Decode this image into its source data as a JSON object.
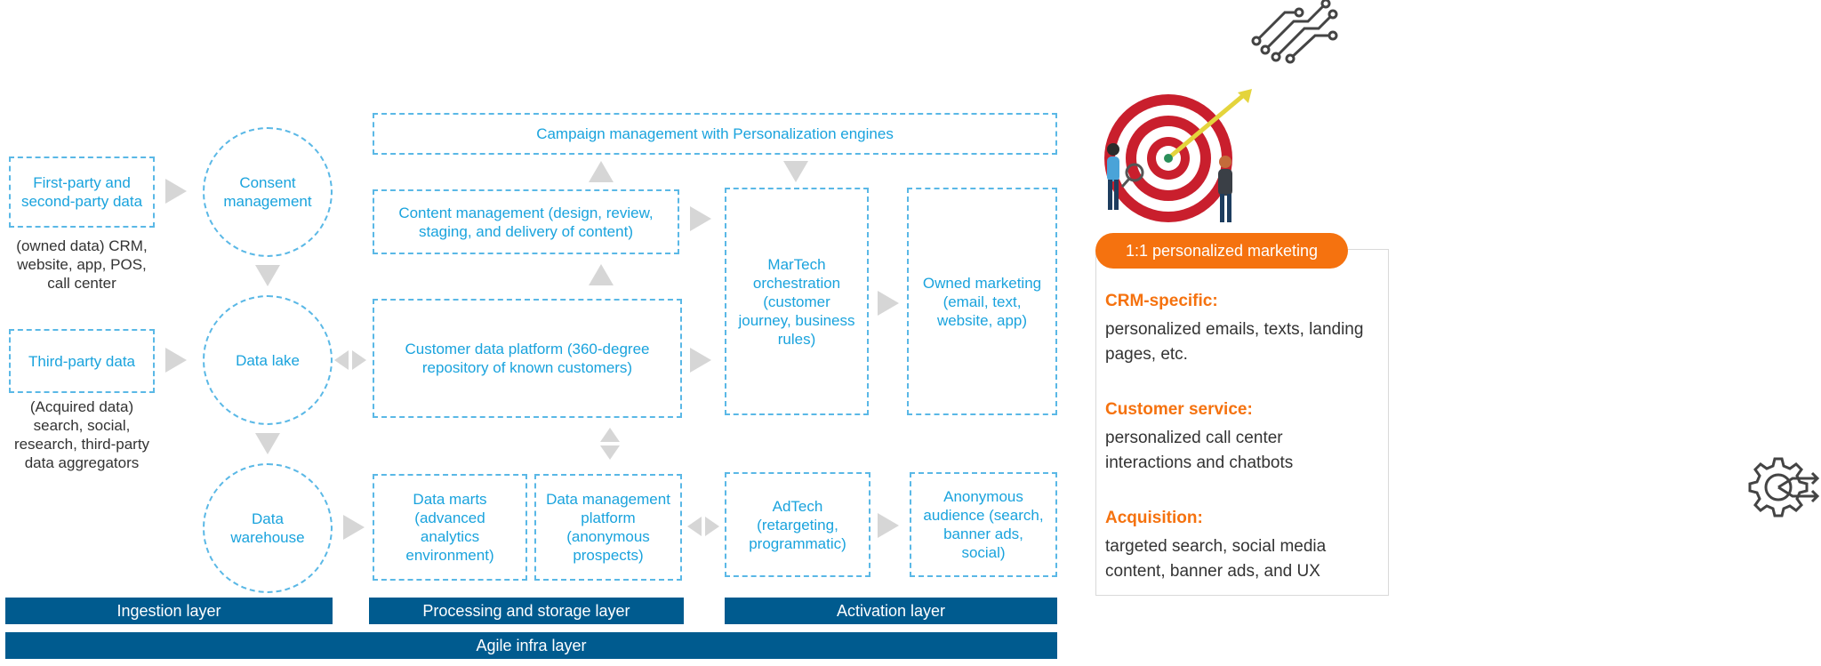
{
  "campaign": "Campaign management with Personalization engines",
  "sources": {
    "first_party": "First-party and second-party data",
    "first_party_note": "(owned data) CRM, website, app, POS, call center",
    "third_party": "Third-party data",
    "third_party_note": "(Acquired data) search, social, research, third-party data aggregators"
  },
  "ingestion": {
    "consent": "Consent management",
    "lake": "Data lake",
    "warehouse": "Data warehouse"
  },
  "processing": {
    "content": "Content management (design, review, staging, and delivery of content)",
    "cdp": "Customer data platform (360-degree repository of known customers)",
    "marts": "Data marts (advanced analytics environment)",
    "dmp": "Data management platform (anonymous prospects)"
  },
  "activation": {
    "martech": "MarTech orchestration (customer journey, business rules)",
    "owned": "Owned marketing (email, text, website, app)",
    "adtech": "AdTech (retargeting, programmatic)",
    "anonymous": "Anonymous audience (search, banner ads, social)"
  },
  "layers": {
    "ingestion": "Ingestion layer",
    "processing": "Processing and storage layer",
    "activation": "Activation layer",
    "agile": "Agile infra layer"
  },
  "panel": {
    "pill": "1:1 personalized marketing",
    "sections": [
      {
        "heading": "CRM-specific:",
        "text": "personalized emails, texts, landing pages, etc."
      },
      {
        "heading": "Customer service:",
        "text": "personalized call center interactions and chatbots"
      },
      {
        "heading": "Acquisition:",
        "text": "targeted search, social media content, banner ads, and UX"
      }
    ]
  },
  "colors": {
    "accent_blue": "#1aa3dd",
    "dark_blue": "#005b8f",
    "orange": "#f5720f",
    "arrow_gray": "#d6d6d6"
  },
  "icons": [
    "circuit-icon",
    "target-illustration",
    "gear-exit-icon"
  ]
}
